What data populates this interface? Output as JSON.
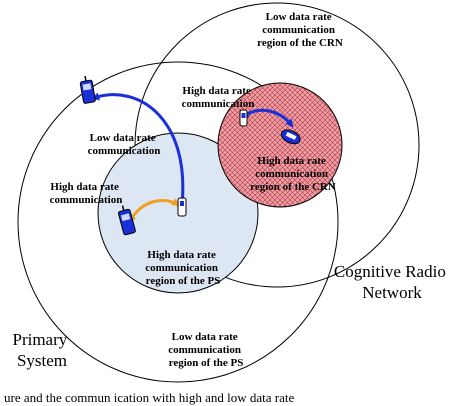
{
  "labels": {
    "crn_low": [
      "Low data rate",
      "communication",
      "region of the CRN"
    ],
    "crn_high_comm": [
      "High data rate",
      "communication"
    ],
    "crn_high_region": [
      "High data rate",
      "communication",
      "region of the CRN"
    ],
    "ps_low_comm": [
      "Low data rate",
      "communication"
    ],
    "ps_high_comm": [
      "High data rate",
      "communication"
    ],
    "ps_high_region": [
      "High data rate",
      "communication",
      "region of the PS"
    ],
    "ps_low_region": [
      "Low data rate",
      "communication",
      "region of the PS"
    ],
    "crn_name": [
      "Cognitive Radio",
      "Network"
    ],
    "ps_name": [
      "Primary",
      "System"
    ],
    "caption": "ure    and    the    commun    ication    with    high    and    low    data    rate"
  },
  "colors": {
    "link_blue": "#1a2fd8",
    "link_orange": "#f0a020",
    "ps_high_fill": "#dde6f3",
    "crn_high_fill": "#e8a0a6",
    "crn_high_hatch": "#c0303a"
  },
  "icons": [
    "phone-icon",
    "satellite-phone-icon"
  ]
}
